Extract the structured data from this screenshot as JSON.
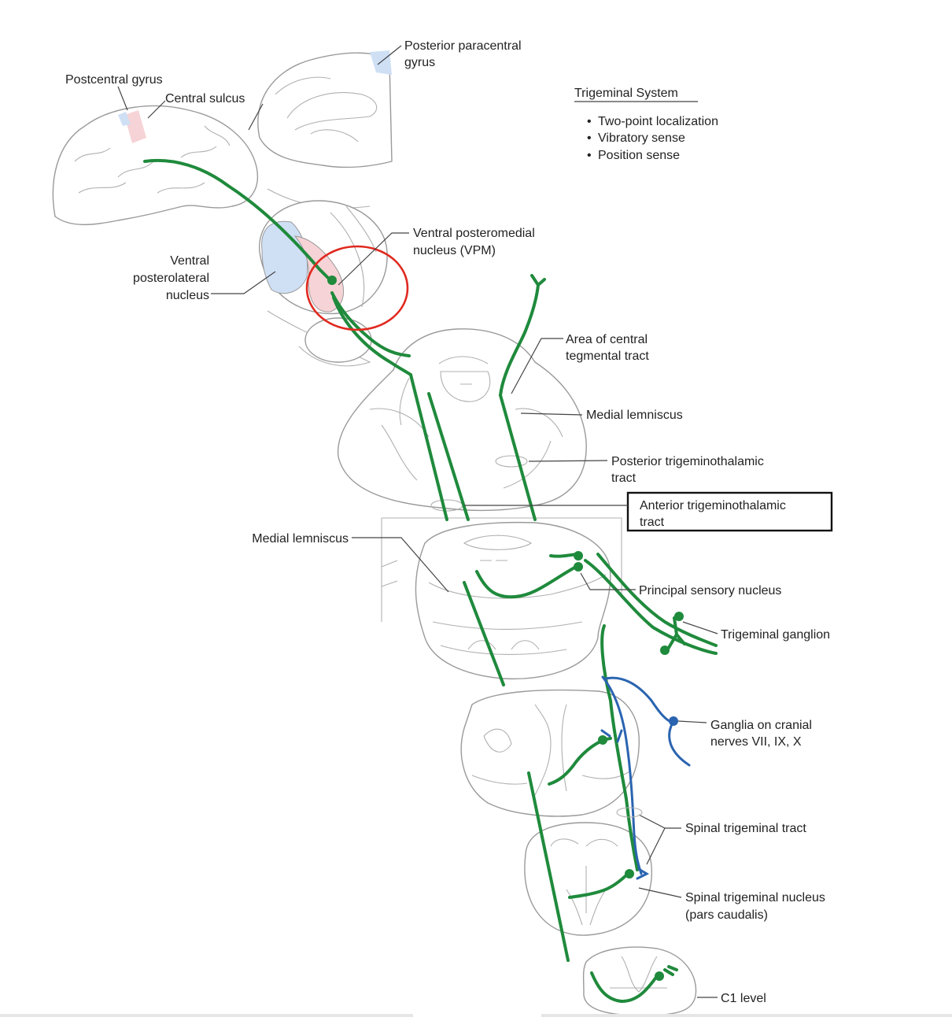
{
  "legend": {
    "title": "Trigeminal System",
    "items": [
      "Two-point localization",
      "Vibratory sense",
      "Position sense"
    ]
  },
  "labels": {
    "postcentral_gyrus": "Postcentral gyrus",
    "central_sulcus": "Central sulcus",
    "posterior_paracentral_1": "Posterior paracentral",
    "posterior_paracentral_2": "gyrus",
    "vpm_1": "Ventral posteromedial",
    "vpm_2": "nucleus (VPM)",
    "vpl_1": "Ventral",
    "vpl_2": "posterolateral",
    "vpl_3": "nucleus",
    "central_tegmental_1": "Area of central",
    "central_tegmental_2": "tegmental tract",
    "medial_lemniscus_upper": "Medial lemniscus",
    "posterior_trigeminothalamic_1": "Posterior trigeminothalamic",
    "posterior_trigeminothalamic_2": "tract",
    "anterior_trigeminothalamic_1": "Anterior trigeminothalamic",
    "anterior_trigeminothalamic_2": "tract",
    "medial_lemniscus_lower": "Medial lemniscus",
    "principal_sensory": "Principal sensory nucleus",
    "trigeminal_ganglion": "Trigeminal ganglion",
    "ganglia_cranial_1": "Ganglia on cranial",
    "ganglia_cranial_2": "nerves VII, IX, X",
    "spinal_trigeminal_tract": "Spinal trigeminal tract",
    "spinal_trigeminal_nucleus_1": "Spinal trigeminal nucleus",
    "spinal_trigeminal_nucleus_2": "(pars caudalis)",
    "c1_level": "C1 level"
  },
  "colors": {
    "pathway_green": "#1f8a3c",
    "pathway_blue": "#2a64b0",
    "highlight_circle": "#e0291f",
    "highlight_box": "#111111",
    "region_blue": "#cfe0f5",
    "region_pink": "#f6d3d6"
  }
}
